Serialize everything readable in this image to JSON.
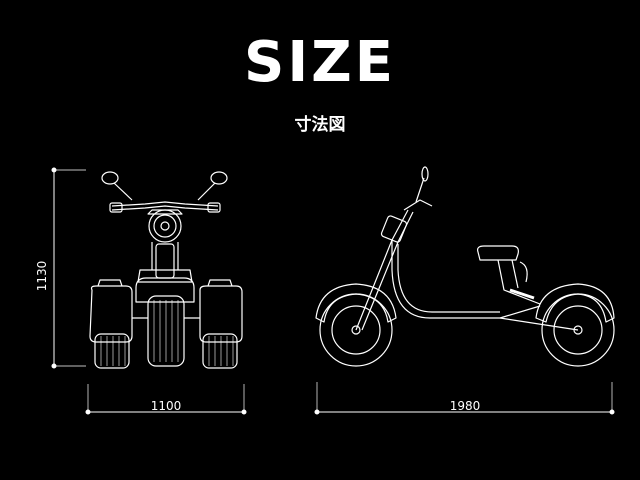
{
  "title": "SIZE",
  "subtitle": "寸法図",
  "dimensions": {
    "height": "1130",
    "front_width": "1100",
    "side_length": "1980"
  }
}
